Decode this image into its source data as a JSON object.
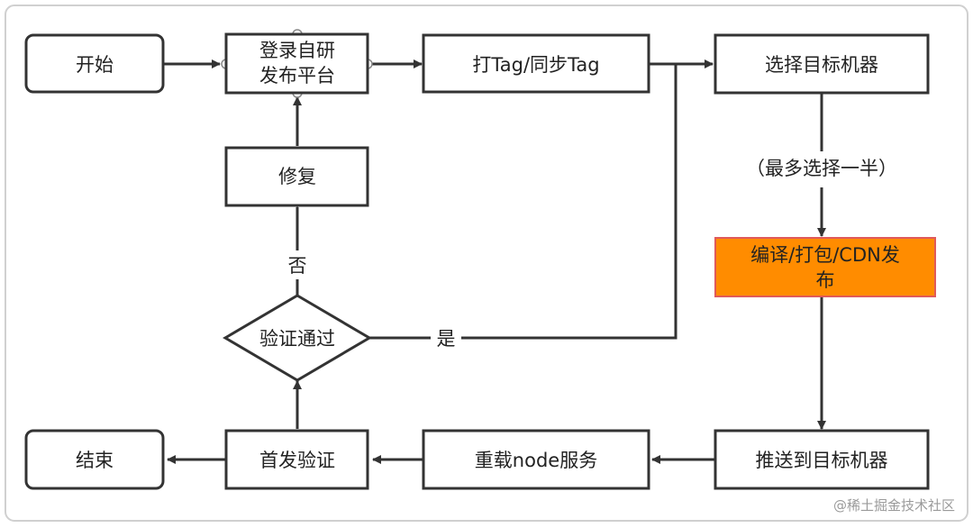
{
  "nodes": {
    "start": "开始",
    "login_line1": "登录自研",
    "login_line2": "发布平台",
    "tag": "打Tag/同步Tag",
    "select": "选择目标机器",
    "fix": "修复",
    "build_line1": "编译/打包/CDN发",
    "build_line2": "布",
    "verify": "验证通过",
    "end": "结束",
    "first_verify": "首发验证",
    "reload": "重载node服务",
    "push": "推送到目标机器"
  },
  "edges": {
    "half": "（最多选择一半）",
    "no": "否",
    "yes": "是"
  },
  "watermark": "@稀土掘金技术社区",
  "colors": {
    "line": "#333333",
    "highlight_fill": "#ff8c00",
    "highlight_border": "#e05a5a",
    "watermark": "#9a9a9a"
  }
}
